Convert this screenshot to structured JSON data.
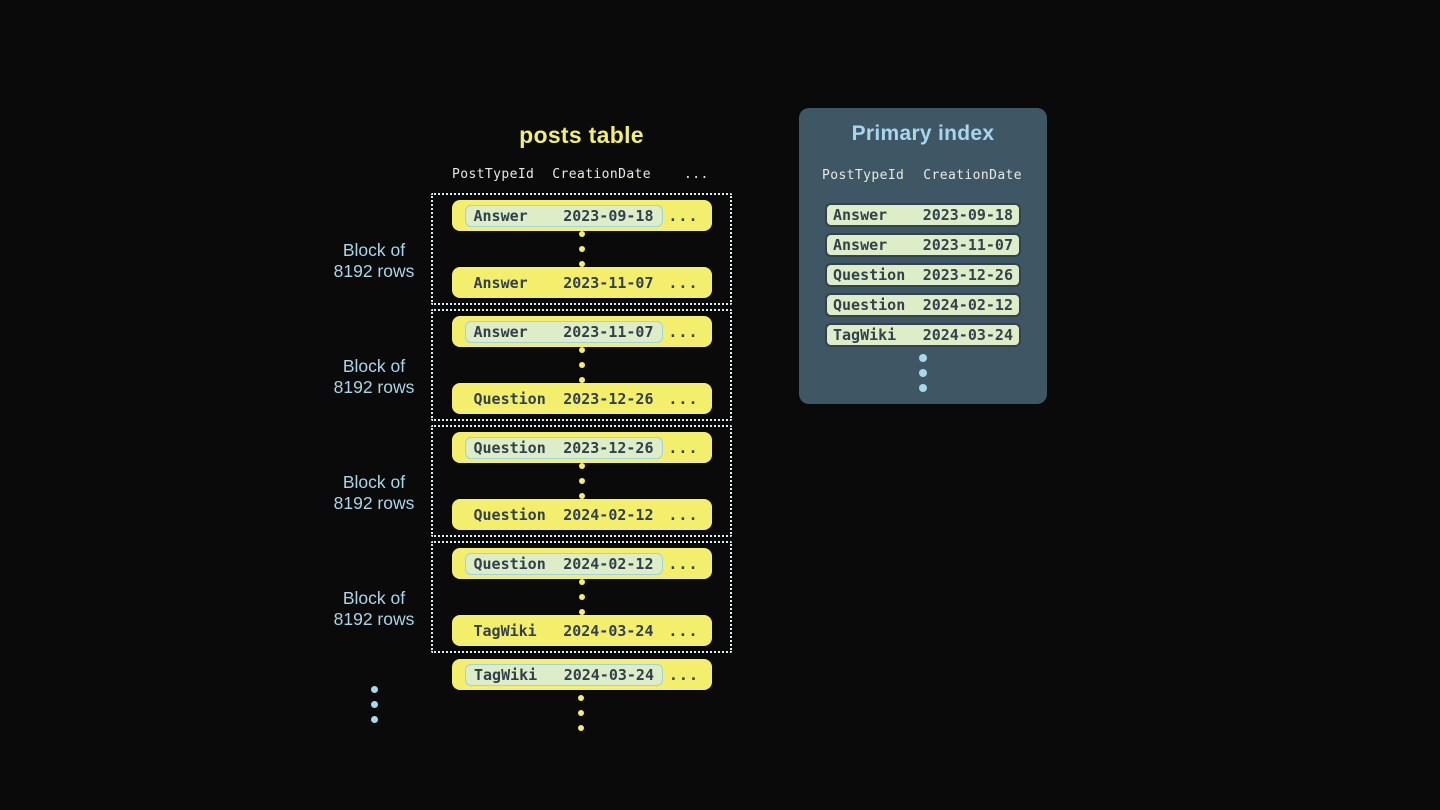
{
  "colors": {
    "background": "#0a0a0a",
    "row_yellow": "#f3ef6d",
    "highlight_green": "#dcedc8",
    "highlight_border_blue": "#9fd3e4",
    "accent_light_blue": "#a8d8ec",
    "panel_slate": "#3f5765",
    "dark_text": "#31404c",
    "header_text": "#e7eae0",
    "dotted_border": "#d9eef5"
  },
  "posts_table": {
    "title": "posts table",
    "columns": [
      "PostTypeId",
      "CreationDate",
      "..."
    ],
    "ellipsis": "...",
    "block_label": {
      "line1": "Block of",
      "line2": "8192 rows"
    },
    "blocks": [
      {
        "first": {
          "type": "Answer",
          "date": "2023-09-18"
        },
        "last": {
          "type": "Answer",
          "date": "2023-11-07"
        }
      },
      {
        "first": {
          "type": "Answer",
          "date": "2023-11-07"
        },
        "last": {
          "type": "Question",
          "date": "2023-12-26"
        }
      },
      {
        "first": {
          "type": "Question",
          "date": "2023-12-26"
        },
        "last": {
          "type": "Question",
          "date": "2024-02-12"
        }
      },
      {
        "first": {
          "type": "Question",
          "date": "2024-02-12"
        },
        "last": {
          "type": "TagWiki",
          "date": "2024-03-24"
        }
      }
    ],
    "overflow_row": {
      "type": "TagWiki",
      "date": "2024-03-24"
    }
  },
  "primary_index": {
    "title": "Primary index",
    "columns": [
      "PostTypeId",
      "CreationDate"
    ],
    "rows": [
      {
        "type": "Answer",
        "date": "2023-09-18"
      },
      {
        "type": "Answer",
        "date": "2023-11-07"
      },
      {
        "type": "Question",
        "date": "2023-12-26"
      },
      {
        "type": "Question",
        "date": "2024-02-12"
      },
      {
        "type": "TagWiki",
        "date": "2024-03-24"
      }
    ]
  }
}
